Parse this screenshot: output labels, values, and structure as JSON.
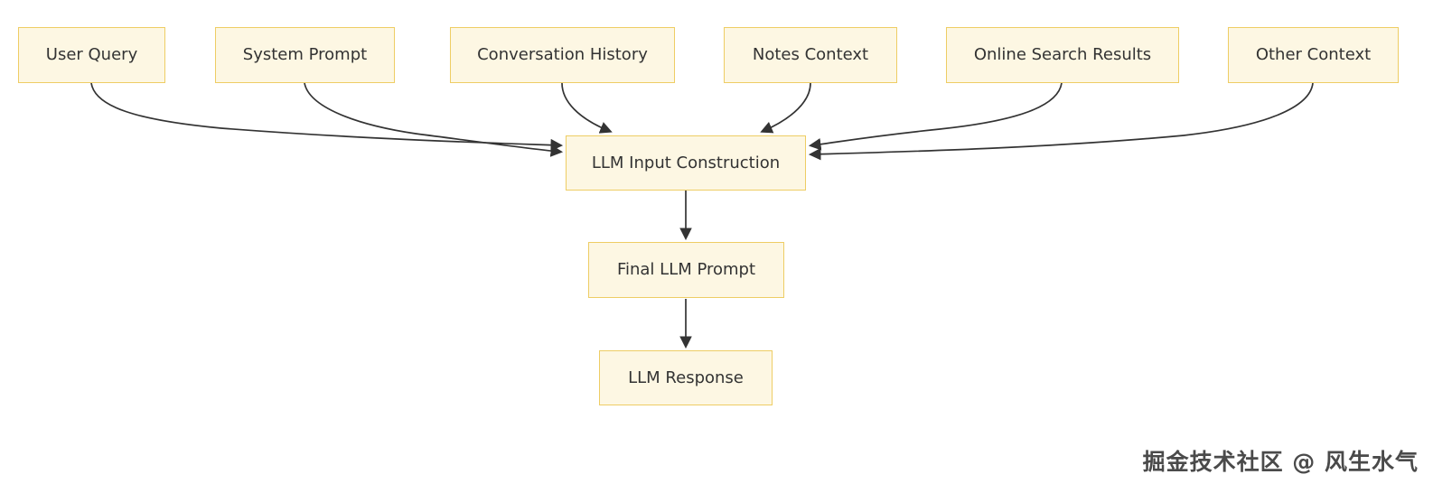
{
  "diagram": {
    "type": "flowchart",
    "colors": {
      "background": "#ffffff",
      "node_fill": "#fdf7e3",
      "node_border": "#eecd64",
      "edge_color": "#333333",
      "text_color": "#333333"
    },
    "nodes": [
      {
        "id": "user-query",
        "label": "User Query"
      },
      {
        "id": "system-prompt",
        "label": "System Prompt"
      },
      {
        "id": "conversation-history",
        "label": "Conversation History"
      },
      {
        "id": "notes-context",
        "label": "Notes Context"
      },
      {
        "id": "online-search-results",
        "label": "Online Search Results"
      },
      {
        "id": "other-context",
        "label": "Other Context"
      },
      {
        "id": "llm-input-construction",
        "label": "LLM Input Construction"
      },
      {
        "id": "final-llm-prompt",
        "label": "Final LLM Prompt"
      },
      {
        "id": "llm-response",
        "label": "LLM Response"
      }
    ],
    "edges": [
      {
        "from": "User Query",
        "to": "LLM Input Construction"
      },
      {
        "from": "System Prompt",
        "to": "LLM Input Construction"
      },
      {
        "from": "Conversation History",
        "to": "LLM Input Construction"
      },
      {
        "from": "Notes Context",
        "to": "LLM Input Construction"
      },
      {
        "from": "Online Search Results",
        "to": "LLM Input Construction"
      },
      {
        "from": "Other Context",
        "to": "LLM Input Construction"
      },
      {
        "from": "LLM Input Construction",
        "to": "Final LLM Prompt"
      },
      {
        "from": "Final LLM Prompt",
        "to": "LLM Response"
      }
    ]
  },
  "watermark": {
    "text": "掘金技术社区 @ 风生水气"
  }
}
